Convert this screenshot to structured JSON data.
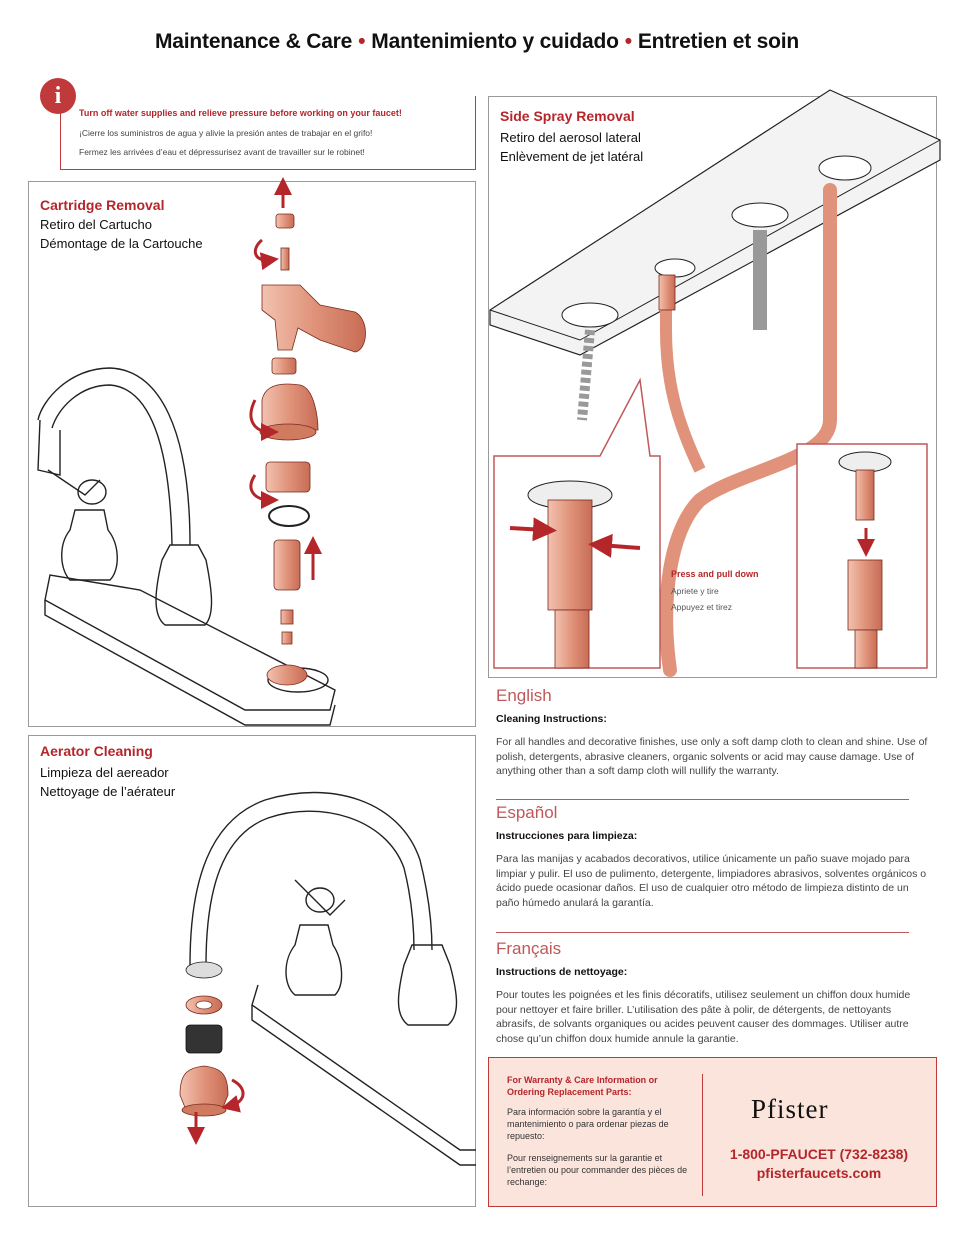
{
  "header": {
    "title_en": "Maintenance & Care",
    "title_es": "Mantenimiento y cuidado",
    "title_fr": "Entretien et soin",
    "separator": "•"
  },
  "warning": {
    "icon": "info-icon",
    "icon_glyph": "i",
    "line_en": "Turn off water supplies and relieve pressure before working on your faucet!",
    "line_es": "¡Cierre los suministros de agua y alivie la presión antes de trabajar en el grifo!",
    "line_fr": "Fermez les arrivées d’eau et dépressurisez avant de travailler sur le robinet!"
  },
  "cartridge": {
    "title": "Cartridge Removal",
    "sub_es": "Retiro del Cartucho",
    "sub_fr": "Démontage de la Cartouche"
  },
  "side_spray": {
    "title": "Side Spray Removal",
    "sub_es": "Retiro del aerosol lateral",
    "sub_fr": "Enlèvement de jet latéral",
    "press_en": "Press and pull down",
    "press_es": "Apriete y tire",
    "press_fr": "Appuyez et tirez"
  },
  "aerator": {
    "title": "Aerator Cleaning",
    "sub_es": "Limpieza del aereador",
    "sub_fr": "Nettoyage de l’aérateur"
  },
  "cleaning": {
    "en": {
      "heading": "English",
      "label": "Cleaning Instructions:",
      "text": "For all handles and decorative finishes, use only a soft damp cloth to clean and shine. Use of polish, detergents, abrasive cleaners, organic solvents or acid may cause damage. Use of anything other than a soft damp cloth will nullify the warranty."
    },
    "es": {
      "heading": "Español",
      "label": "Instrucciones para limpieza:",
      "text": "Para las manijas y acabados decorativos, utilice únicamente un paño suave mojado para limpiar y pulir. El uso de pulimento, detergente, limpiadores abrasivos, solventes orgánicos o ácido puede ocasionar daños. El uso de cualquier otro método de limpieza distinto de un paño húmedo anulará la garantía."
    },
    "fr": {
      "heading": "Français",
      "label": "Instructions de nettoyage:",
      "text": "Pour toutes les poignées et les finis décoratifs, utilisez seulement un chiffon doux humide pour nettoyer et faire briller. L’utilisation des pâte à polir, de détergents, de nettoyants abrasifs, de solvants organiques ou acides peuvent causer des dommages. Utiliser autre chose qu’un chiffon doux humide annule la garantie."
    }
  },
  "contact": {
    "heading_en": "For Warranty & Care Information or Ordering Replacement Parts:",
    "text_es": "Para información sobre la garantía y el mantenimiento o para ordenar piezas de repuesto:",
    "text_fr": "Pour renseignements sur la garantie et l’entretien ou pour commander des pièces de rechange:",
    "brand": "Pfister",
    "phone": "1-800-PFAUCET (732-8238)",
    "website": "pfisterfaucets.com"
  },
  "colors": {
    "accent": "#b5262b",
    "copper": "#e8a08a",
    "contact_bg": "#fbe4dc"
  }
}
